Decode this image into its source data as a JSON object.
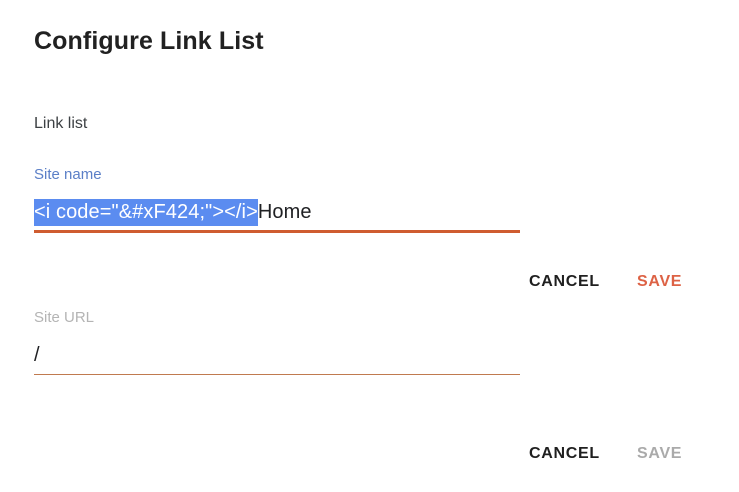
{
  "dialog": {
    "title": "Configure Link List",
    "section_heading": "Link list"
  },
  "fields": {
    "site_name": {
      "label": "Site name",
      "selected_text": "<i code=\"&#xF424;\"></i>",
      "trailing_text": "Home",
      "full_value": "<i code=\"&#xF424;\"></i>Home",
      "placeholder": "Site name"
    },
    "site_url": {
      "label": "Site URL",
      "value": "/",
      "placeholder": "Site URL"
    }
  },
  "actions": {
    "inner": {
      "cancel_label": "CANCEL",
      "save_label": "SAVE"
    },
    "outer": {
      "cancel_label": "CANCEL",
      "save_label": "SAVE"
    }
  },
  "colors": {
    "accent_orange": "#dd6245",
    "underline_active": "#cf5c30",
    "underline_idle": "#c07a4f",
    "label_focused": "#5b7fc7",
    "label_muted": "#b4b4b4",
    "selection_background": "#5b8cf0",
    "disabled_text": "#aaaaaa"
  }
}
